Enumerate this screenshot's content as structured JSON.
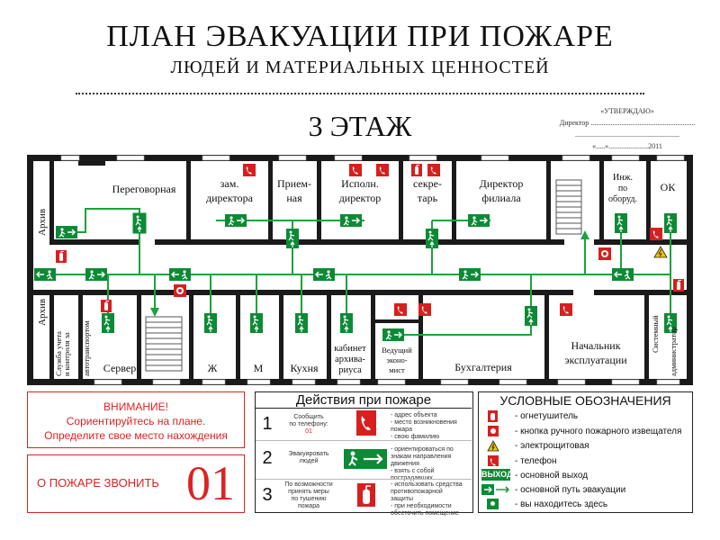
{
  "header": {
    "title": "ПЛАН ЭВАКУАЦИИ ПРИ ПОЖАРЕ",
    "subtitle": "ЛЮДЕЙ И МАТЕРИАЛЬНЫХ ЦЕННОСТЕЙ",
    "floor": "3 ЭТАЖ",
    "approve_title": "«УТВЕРЖДАЮ»",
    "approve_director": "Директор ..........................................................",
    "approve_line": "..........................................................",
    "approve_date": "«.....»......................2011"
  },
  "rooms": {
    "meeting": "Переговорная",
    "deputy_1": "зам.",
    "deputy_2": "директора",
    "reception_1": "Прием-",
    "reception_2": "ная",
    "exec_1": "Исполн.",
    "exec_2": "директор",
    "secretary_1": "секре-",
    "secretary_2": "тарь",
    "branch_1": "Директор",
    "branch_2": "филиала",
    "eng_1": "Инж.",
    "eng_2": "по",
    "eng_3": "оборуд.",
    "ok": "ОК",
    "archive_top": "Архив",
    "archive_bottom": "Архив",
    "transport_1": "Служба учета",
    "transport_2": "и контроля за",
    "transport_3": "автотранспортом",
    "server": "Сервер",
    "w": "Ж",
    "m": "М",
    "kitchen": "Кухня",
    "archivist_1": "кабинет",
    "archivist_2": "архива-",
    "archivist_3": "риуса",
    "economist_1": "Ведущий",
    "economist_2": "эконо-",
    "economist_3": "мист",
    "accounting": "Бухгалтерия",
    "ops_1": "Начальник",
    "ops_2": "эксплуатации",
    "sysadmin_1": "Системный",
    "sysadmin_2": "администратор"
  },
  "warning": {
    "line1": "ВНИМАНИЕ!",
    "line2": "Сориентируйтесь на плане.",
    "line3": "Определите свое место  нахождения"
  },
  "call": {
    "label": "О ПОЖАРЕ ЗВОНИТЬ",
    "number": "01"
  },
  "actions": {
    "title": "Действия при пожаре",
    "step1_num": "1",
    "step1_text1": "Сообщить",
    "step1_text2": "по телефону:",
    "step1_phone": "01",
    "step1_note1": "- адрес объекта",
    "step1_note2": "- место возникновения",
    "step1_note3": "  пожара",
    "step1_note4": "- свою фамилию",
    "step2_num": "2",
    "step2_text1": "Эвакуировать",
    "step2_text2": "людей",
    "step2_note1": "- ориентироваться по",
    "step2_note2": "  знакам направления",
    "step2_note3": "  движения",
    "step2_note4": "- взять с собой",
    "step2_note5": "  пострадавших",
    "step3_num": "3",
    "step3_text1": "По возможности",
    "step3_text2": "принять меры",
    "step3_text3": "по тушению",
    "step3_text4": "пожара",
    "step3_note1": "- использовать средства",
    "step3_note2": "  противопожарной",
    "step3_note3": "  защиты",
    "step3_note4": "- при необходимости",
    "step3_note5": "  обесточить помещение"
  },
  "legend": {
    "title": "УСЛОВНЫЕ ОБОЗНАЧЕНИЯ",
    "extinguisher": "- огнетушитель",
    "button": "- кнопка ручного пожарного извещателя",
    "electric": "- электрощитовая",
    "phone": "- телефон",
    "exit_sign": "ВЫХОД",
    "exit": "- основной выход",
    "route": "- основной путь эвакуации",
    "here": "- вы находитесь здесь"
  },
  "colors": {
    "wall": "#1a1a1a",
    "route": "#1aa33a",
    "sign_green": "#0c8a35",
    "sign_red": "#d6201f",
    "warning_yellow": "#f2c300"
  }
}
